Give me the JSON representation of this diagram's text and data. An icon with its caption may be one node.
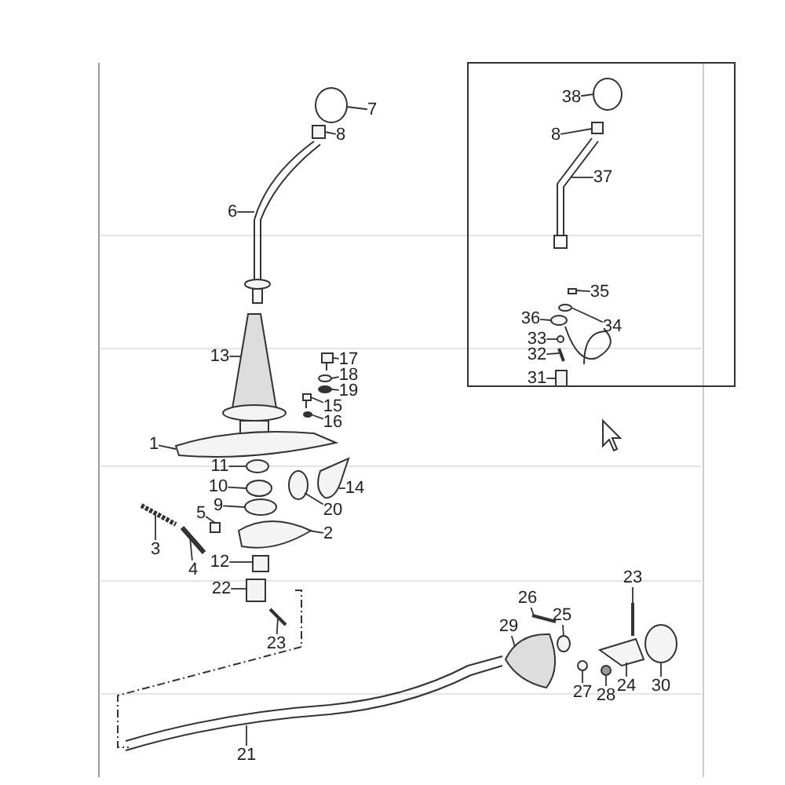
{
  "diagram": {
    "nodes": [
      {
        "text": [
          "7"
        ]
      },
      {
        "text": [
          "38"
        ]
      },
      {
        "text": [
          "8"
        ]
      },
      {
        "text": [
          "8"
        ]
      },
      {
        "text": [
          "37"
        ]
      },
      {
        "text": [
          "6"
        ]
      },
      {
        "text": [
          "35"
        ]
      },
      {
        "text": [
          "36"
        ]
      },
      {
        "text": [
          "34"
        ]
      },
      {
        "text": [
          "33"
        ]
      },
      {
        "text": [
          "32"
        ]
      },
      {
        "text": [
          "31"
        ]
      },
      {
        "text": [
          "13"
        ]
      },
      {
        "text": [
          "17"
        ]
      },
      {
        "text": [
          "18"
        ]
      },
      {
        "text": [
          "19"
        ]
      },
      {
        "text": [
          "15"
        ]
      },
      {
        "text": [
          "16"
        ]
      },
      {
        "text": [
          "1"
        ]
      },
      {
        "text": [
          "11"
        ]
      },
      {
        "text": [
          "10"
        ]
      },
      {
        "text": [
          "14"
        ]
      },
      {
        "text": [
          "9"
        ]
      },
      {
        "text": [
          "20"
        ]
      },
      {
        "text": [
          "5"
        ]
      },
      {
        "text": [
          "2"
        ]
      },
      {
        "text": [
          "3"
        ]
      },
      {
        "text": [
          "12"
        ]
      },
      {
        "text": [
          "4"
        ]
      },
      {
        "text": [
          "22"
        ]
      },
      {
        "text": [
          "23"
        ]
      },
      {
        "text": [
          "26"
        ]
      },
      {
        "text": [
          "25"
        ]
      },
      {
        "text": [
          "29"
        ]
      },
      {
        "text": [
          "23"
        ]
      },
      {
        "text": [
          "27"
        ]
      },
      {
        "text": [
          "28"
        ]
      },
      {
        "text": [
          "24"
        ]
      },
      {
        "text": [
          "30"
        ]
      },
      {
        "text": [
          "21"
        ]
      },
      {
        "text": [],
        "shape": "circle"
      },
      {
        "text": [],
        "shape": "circle"
      },
      {
        "text": [],
        "shape": "box"
      },
      {
        "text": [],
        "shape": "box"
      },
      {
        "text": [],
        "shape": "picture"
      },
      {
        "text": [],
        "shape": "picture"
      },
      {
        "text": [],
        "shape": "box"
      },
      {
        "text": [],
        "shape": "circle"
      },
      {
        "text": [],
        "shape": "circle"
      },
      {
        "text": [],
        "shape": "circle"
      },
      {
        "text": [],
        "shape": "picture"
      },
      {
        "text": [],
        "shape": "box"
      },
      {
        "text": [],
        "shape": "picture"
      },
      {
        "text": [],
        "shape": "picture"
      },
      {
        "text": [],
        "shape": "circle"
      },
      {
        "text": [],
        "shape": "circle"
      },
      {
        "text": [],
        "shape": "picture"
      },
      {
        "text": [],
        "shape": "circle"
      },
      {
        "text": [],
        "shape": "picture"
      },
      {
        "text": [],
        "shape": "circle"
      },
      {
        "text": [],
        "shape": "circle"
      },
      {
        "text": [],
        "shape": "picture"
      },
      {
        "text": [],
        "shape": "circle"
      },
      {
        "text": [],
        "shape": "circle"
      },
      {
        "text": [],
        "shape": "box"
      },
      {
        "text": [],
        "shape": "picture"
      },
      {
        "text": [],
        "shape": "picture"
      },
      {
        "text": [],
        "shape": "box"
      },
      {
        "text": [],
        "shape": "picture"
      },
      {
        "text": [],
        "shape": "box"
      },
      {
        "text": [],
        "shape": "picture"
      },
      {
        "text": [],
        "shape": "picture"
      },
      {
        "text": [],
        "shape": "circle"
      },
      {
        "text": [],
        "shape": "picture"
      },
      {
        "text": [],
        "shape": "picture"
      },
      {
        "text": [],
        "shape": "circle"
      },
      {
        "text": [],
        "shape": "circle"
      },
      {
        "text": [],
        "shape": "picture"
      },
      {
        "text": [],
        "shape": "circle"
      },
      {
        "text": [],
        "shape": "picture"
      }
    ],
    "edges": [
      {
        "from": 0,
        "to": 40,
        "arrow": "none"
      },
      {
        "from": 1,
        "to": 41,
        "arrow": "none"
      },
      {
        "from": 2,
        "to": 42,
        "arrow": "none"
      },
      {
        "from": 3,
        "to": 43,
        "arrow": "none"
      },
      {
        "from": 4,
        "to": 44,
        "arrow": "none"
      },
      {
        "from": 5,
        "to": 45,
        "arrow": "none"
      },
      {
        "from": 6,
        "to": 46,
        "arrow": "none"
      },
      {
        "from": 7,
        "to": 47,
        "arrow": "none"
      },
      {
        "from": 8,
        "to": 48,
        "arrow": "none"
      },
      {
        "from": 9,
        "to": 49,
        "arrow": "none"
      },
      {
        "from": 10,
        "to": 50,
        "arrow": "none"
      },
      {
        "from": 11,
        "to": 51,
        "arrow": "none"
      },
      {
        "from": 12,
        "to": 52,
        "arrow": "none"
      },
      {
        "from": 13,
        "to": 53,
        "arrow": "none"
      },
      {
        "from": 14,
        "to": 54,
        "arrow": "none"
      },
      {
        "from": 15,
        "to": 55,
        "arrow": "none"
      },
      {
        "from": 16,
        "to": 56,
        "arrow": "none"
      },
      {
        "from": 17,
        "to": 57,
        "arrow": "none"
      },
      {
        "from": 18,
        "to": 58,
        "arrow": "none"
      },
      {
        "from": 19,
        "to": 59,
        "arrow": "none"
      },
      {
        "from": 20,
        "to": 60,
        "arrow": "none"
      },
      {
        "from": 21,
        "to": 61,
        "arrow": "none"
      },
      {
        "from": 22,
        "to": 62,
        "arrow": "none"
      },
      {
        "from": 23,
        "to": 63,
        "arrow": "none"
      },
      {
        "from": 24,
        "to": 64,
        "arrow": "none"
      },
      {
        "from": 25,
        "to": 65,
        "arrow": "none"
      },
      {
        "from": 26,
        "to": 66,
        "arrow": "none"
      },
      {
        "from": 27,
        "to": 67,
        "arrow": "none"
      },
      {
        "from": 28,
        "to": 68,
        "arrow": "none"
      },
      {
        "from": 29,
        "to": 69,
        "arrow": "none"
      },
      {
        "from": 30,
        "to": 70,
        "arrow": "none"
      },
      {
        "from": 31,
        "to": 71,
        "arrow": "none"
      },
      {
        "from": 32,
        "to": 72,
        "arrow": "none"
      },
      {
        "from": 33,
        "to": 73,
        "arrow": "none"
      },
      {
        "from": 34,
        "to": 74,
        "arrow": "none"
      },
      {
        "from": 35,
        "to": 75,
        "arrow": "none"
      },
      {
        "from": 36,
        "to": 76,
        "arrow": "none"
      },
      {
        "from": 37,
        "to": 77,
        "arrow": "none"
      },
      {
        "from": 38,
        "to": 78,
        "arrow": "none"
      },
      {
        "from": 39,
        "to": 79,
        "arrow": "none"
      }
    ]
  }
}
